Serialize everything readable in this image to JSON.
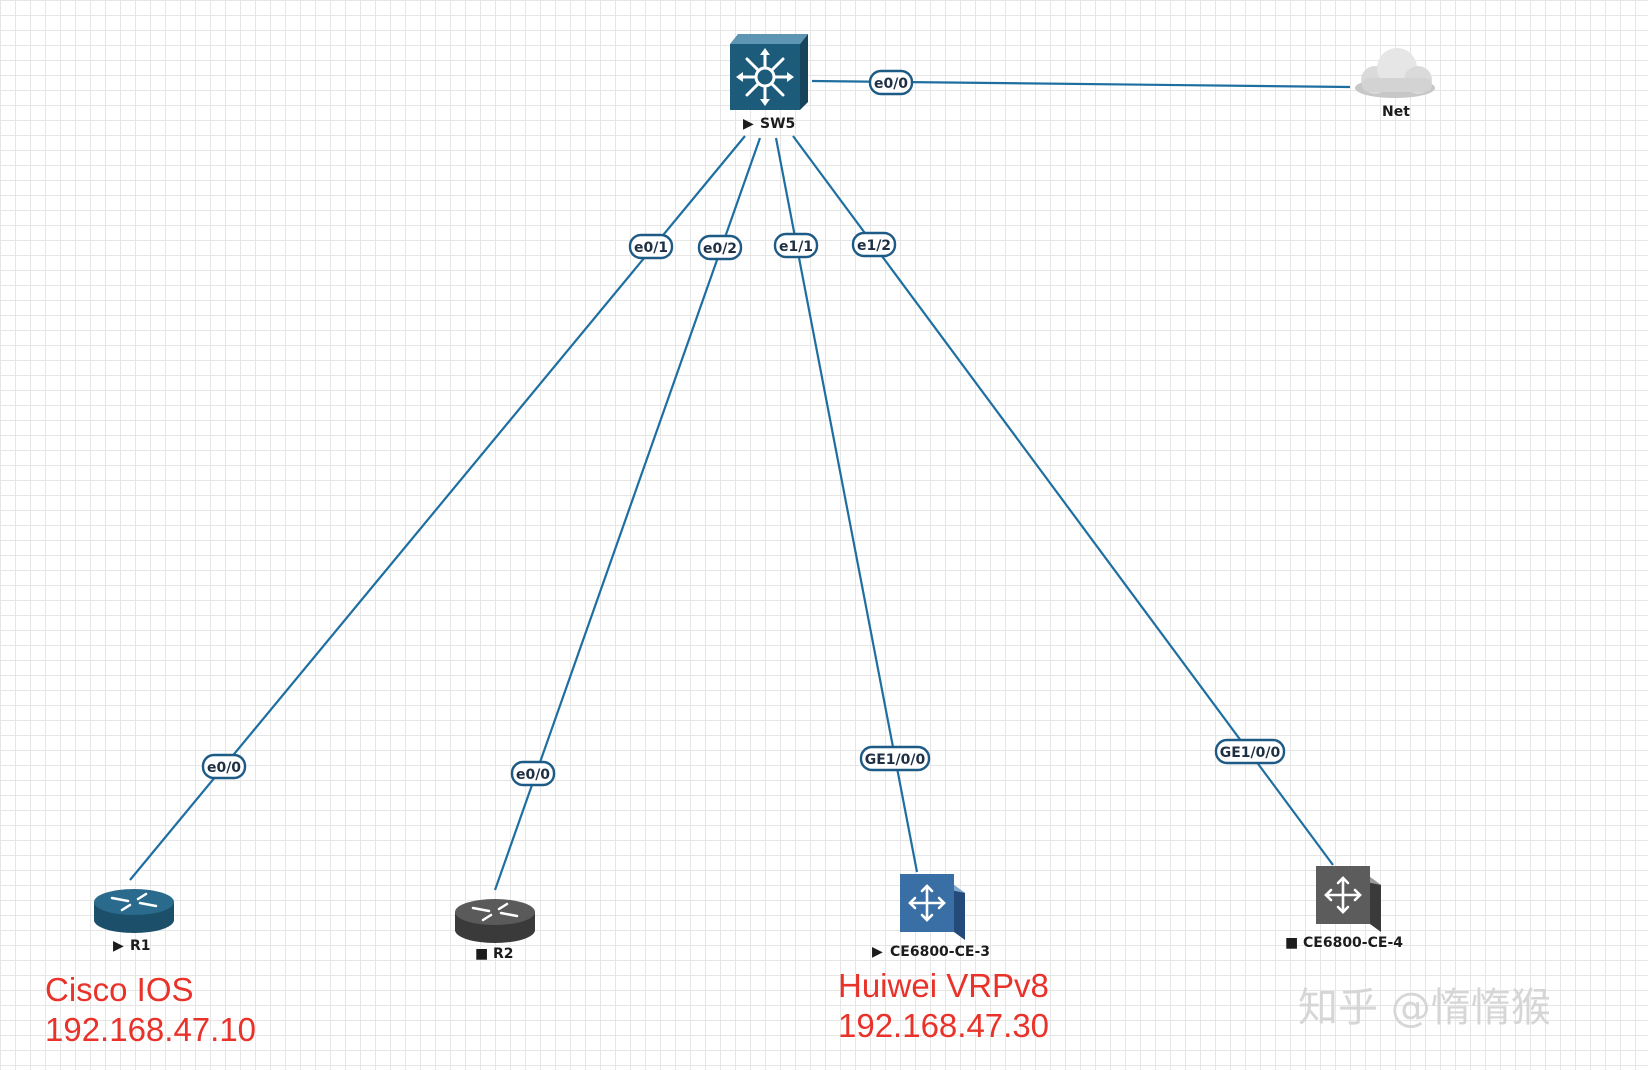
{
  "nodes": {
    "sw5": {
      "label": "SW5",
      "state": "▶"
    },
    "net": {
      "label": "Net",
      "state": ""
    },
    "r1": {
      "label": "R1",
      "state": "▶"
    },
    "r2": {
      "label": "R2",
      "state": "■"
    },
    "ce3": {
      "label": "CE6800-CE-3",
      "state": "▶"
    },
    "ce4": {
      "label": "CE6800-CE-4",
      "state": "■"
    }
  },
  "links": [
    {
      "from": "sw5",
      "to": "net",
      "from_port": "e0/0",
      "to_port": ""
    },
    {
      "from": "sw5",
      "to": "r1",
      "from_port": "e0/1",
      "to_port": "e0/0"
    },
    {
      "from": "sw5",
      "to": "r2",
      "from_port": "e0/2",
      "to_port": "e0/0"
    },
    {
      "from": "sw5",
      "to": "ce3",
      "from_port": "e1/1",
      "to_port": "GE1/0/0"
    },
    {
      "from": "sw5",
      "to": "ce4",
      "from_port": "e1/2",
      "to_port": "GE1/0/0"
    }
  ],
  "annotations": {
    "cisco": {
      "line1": "Cisco IOS",
      "line2": "192.168.47.10"
    },
    "huawei": {
      "line1": "Huiwei VRPv8",
      "line2": "192.168.47.30"
    }
  },
  "watermark": "知乎 @惰惰猴",
  "colors": {
    "link": "#1e6fa0",
    "annotation": "#e8322a",
    "switch": "#1c5b7a",
    "router_r1": "#2a6a8c",
    "router_r2": "#555555",
    "ce3": "#3a6fa6",
    "ce4": "#5c5c5c"
  }
}
